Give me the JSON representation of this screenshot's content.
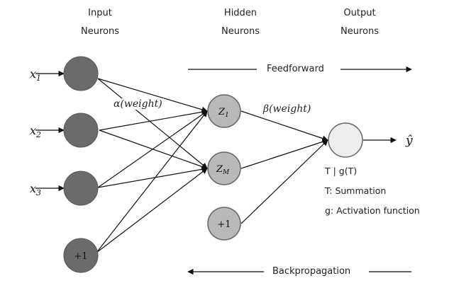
{
  "headers": {
    "input": [
      "Input",
      "Neurons"
    ],
    "hidden": [
      "Hidden",
      "Neurons"
    ],
    "output": [
      "Output",
      "Neurons"
    ]
  },
  "inputs": {
    "x1": {
      "base": "x",
      "sub": "1"
    },
    "x2": {
      "base": "x",
      "sub": "2"
    },
    "x3": {
      "base": "x",
      "sub": "3"
    },
    "bias": "+1"
  },
  "hidden": {
    "z1": {
      "base": "Z",
      "sub": "1"
    },
    "zm": {
      "base": "Z",
      "sub": "M"
    },
    "bias": "+1"
  },
  "output": {
    "yhat": "ŷ"
  },
  "annotations": {
    "alpha": "α(weight)",
    "beta": "β(weight)",
    "feedforward": "Feedforward",
    "backpropagation": "Backpropagation",
    "tg": "T | g(T)",
    "t_def": "T: Summation",
    "g_def": "g: Activation function"
  },
  "colors": {
    "input_node": "#6b6b6b",
    "hidden_node": "#b9b9b9",
    "output_node": "#eeeeee",
    "line": "#111111"
  }
}
